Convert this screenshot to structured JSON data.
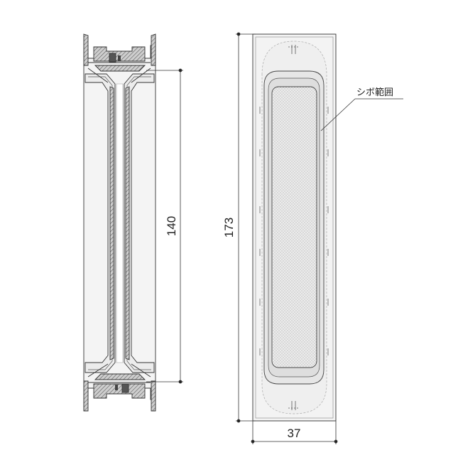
{
  "dimensions": {
    "handle_grip_length": "140",
    "overall_length": "173",
    "overall_width": "37"
  },
  "annotations": {
    "texture_area": "シボ範囲"
  },
  "colors": {
    "line": "#333333",
    "body_fill": "#f1f1f1",
    "recess_fill": "#e4e4e4",
    "texture_fill": "#dcdcdc",
    "section_hatch": "#8a8a8a"
  }
}
